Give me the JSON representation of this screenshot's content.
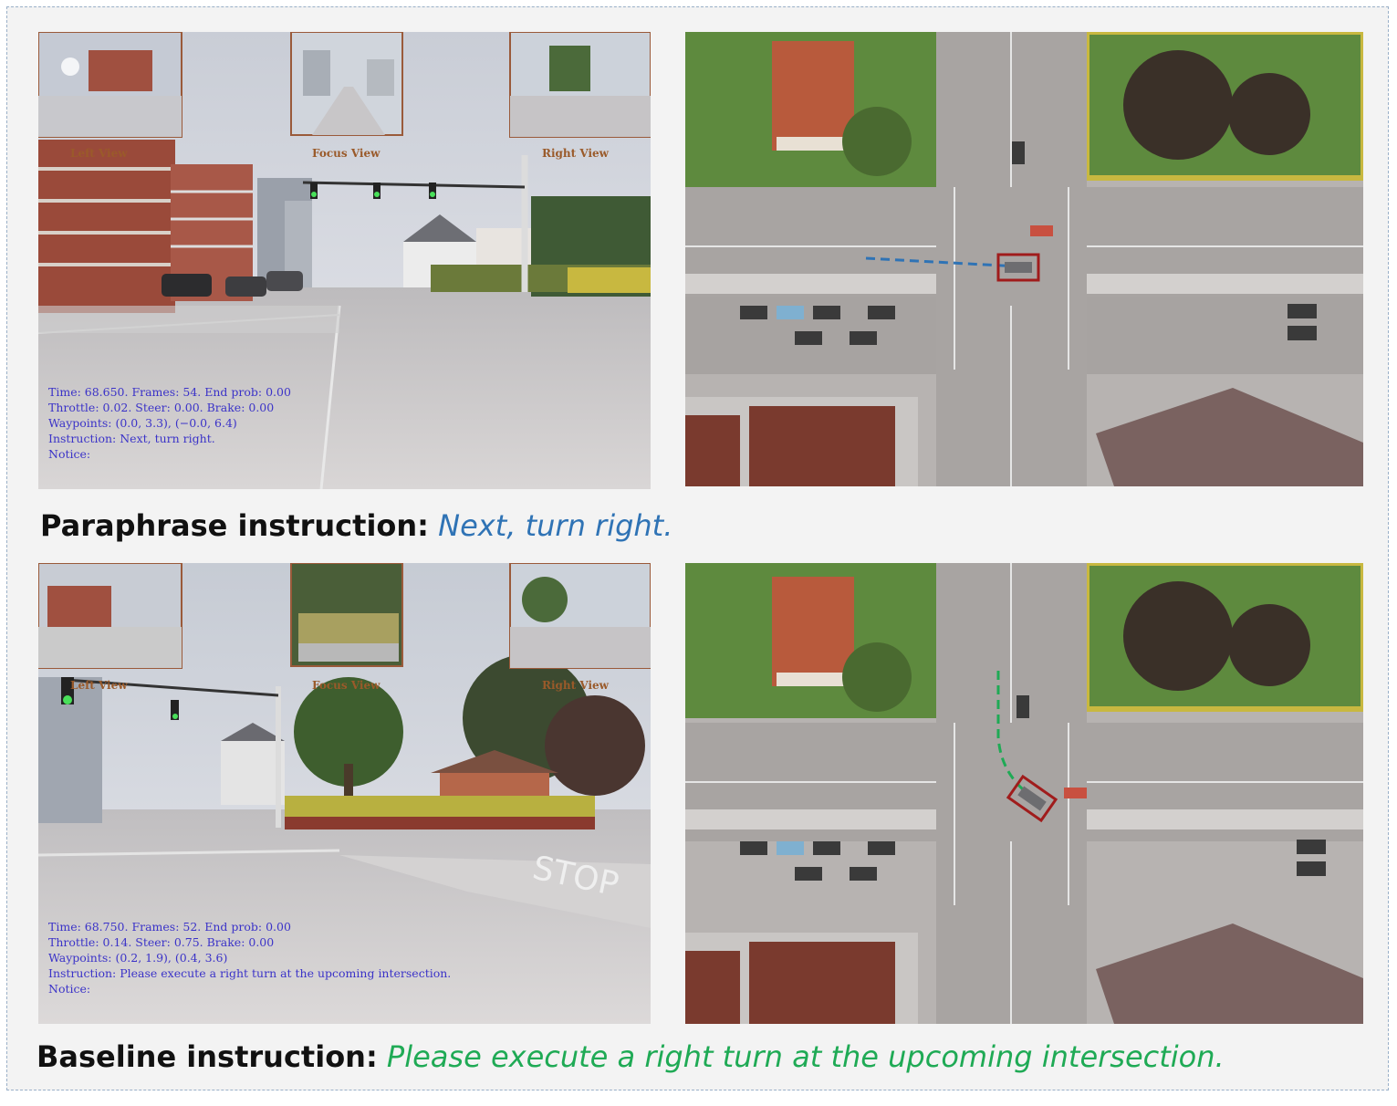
{
  "top": {
    "caption_label": "Paraphrase instruction:",
    "caption_instruction": "Next, turn right.",
    "caption_color": "#2f73b5",
    "view_labels": {
      "left": "Left View",
      "focus": "Focus View",
      "right": "Right View"
    },
    "hud": [
      "Time: 68.650. Frames: 54. End prob: 0.00",
      "Throttle: 0.02. Steer: 0.00. Brake: 0.00",
      "Waypoints: (0.0, 3.3), (−0.0, 6.4)",
      "Instruction: Next, turn right.",
      "Notice:"
    ],
    "path_color": "#2f73b5"
  },
  "bottom": {
    "caption_label": "Baseline instruction:",
    "caption_instruction": "Please execute a right turn at the upcoming intersection.",
    "caption_color": "#1faa55",
    "view_labels": {
      "left": "Left View",
      "focus": "Focus View",
      "right": "Right View"
    },
    "hud": [
      "Time: 68.750. Frames: 52. End prob: 0.00",
      "Throttle: 0.14. Steer: 0.75. Brake: 0.00",
      "Waypoints: (0.2, 1.9), (0.4, 3.6)",
      "Instruction: Please execute a right turn at the upcoming intersection.",
      "Notice:"
    ],
    "path_color": "#1faa55"
  },
  "colors": {
    "ego_box": "#a01c1c",
    "hud_text": "#3b33c8"
  }
}
